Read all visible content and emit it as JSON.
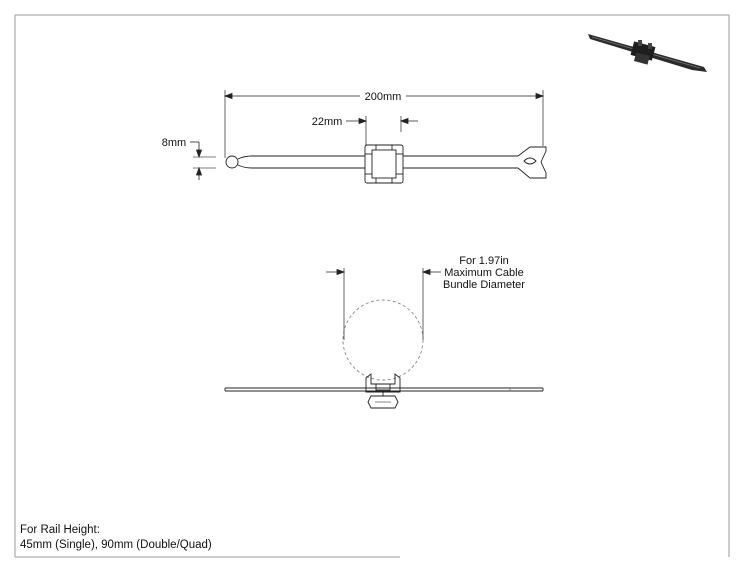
{
  "dimensions": {
    "overall_length": "200mm",
    "mount_width": "22mm",
    "strap_height": "8mm"
  },
  "bundle_note": {
    "line1": "For 1.97in",
    "line2": "Maximum Cable",
    "line3": "Bundle Diameter"
  },
  "rail_note": {
    "line1": "For Rail Height:",
    "line2": "45mm (Single), 90mm (Double/Quad)"
  }
}
